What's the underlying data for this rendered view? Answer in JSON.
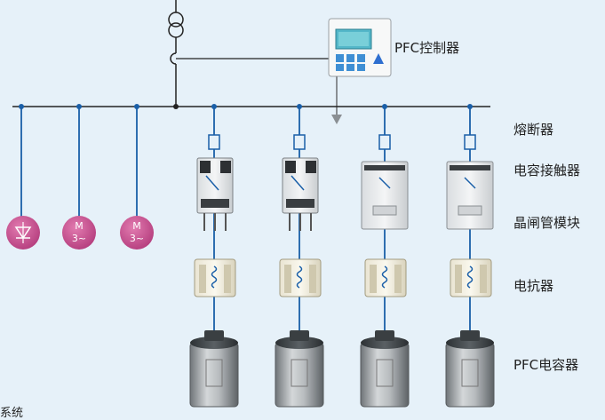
{
  "labels": {
    "controller": "PFC控制器",
    "fuse": "熔断器",
    "contactor": "电容接触器",
    "thyristor": "晶闸管模块",
    "reactor": "电抗器",
    "capacitor": "PFC电容器"
  },
  "motor_symbol": {
    "letter": "M",
    "phase": "3~"
  },
  "caption": "系统",
  "colors": {
    "background": "#e6f1f9",
    "line": "#1a5fa8",
    "load_circle": "#c64b8d",
    "motor_text": "#ffffff",
    "label_text": "#222222"
  }
}
